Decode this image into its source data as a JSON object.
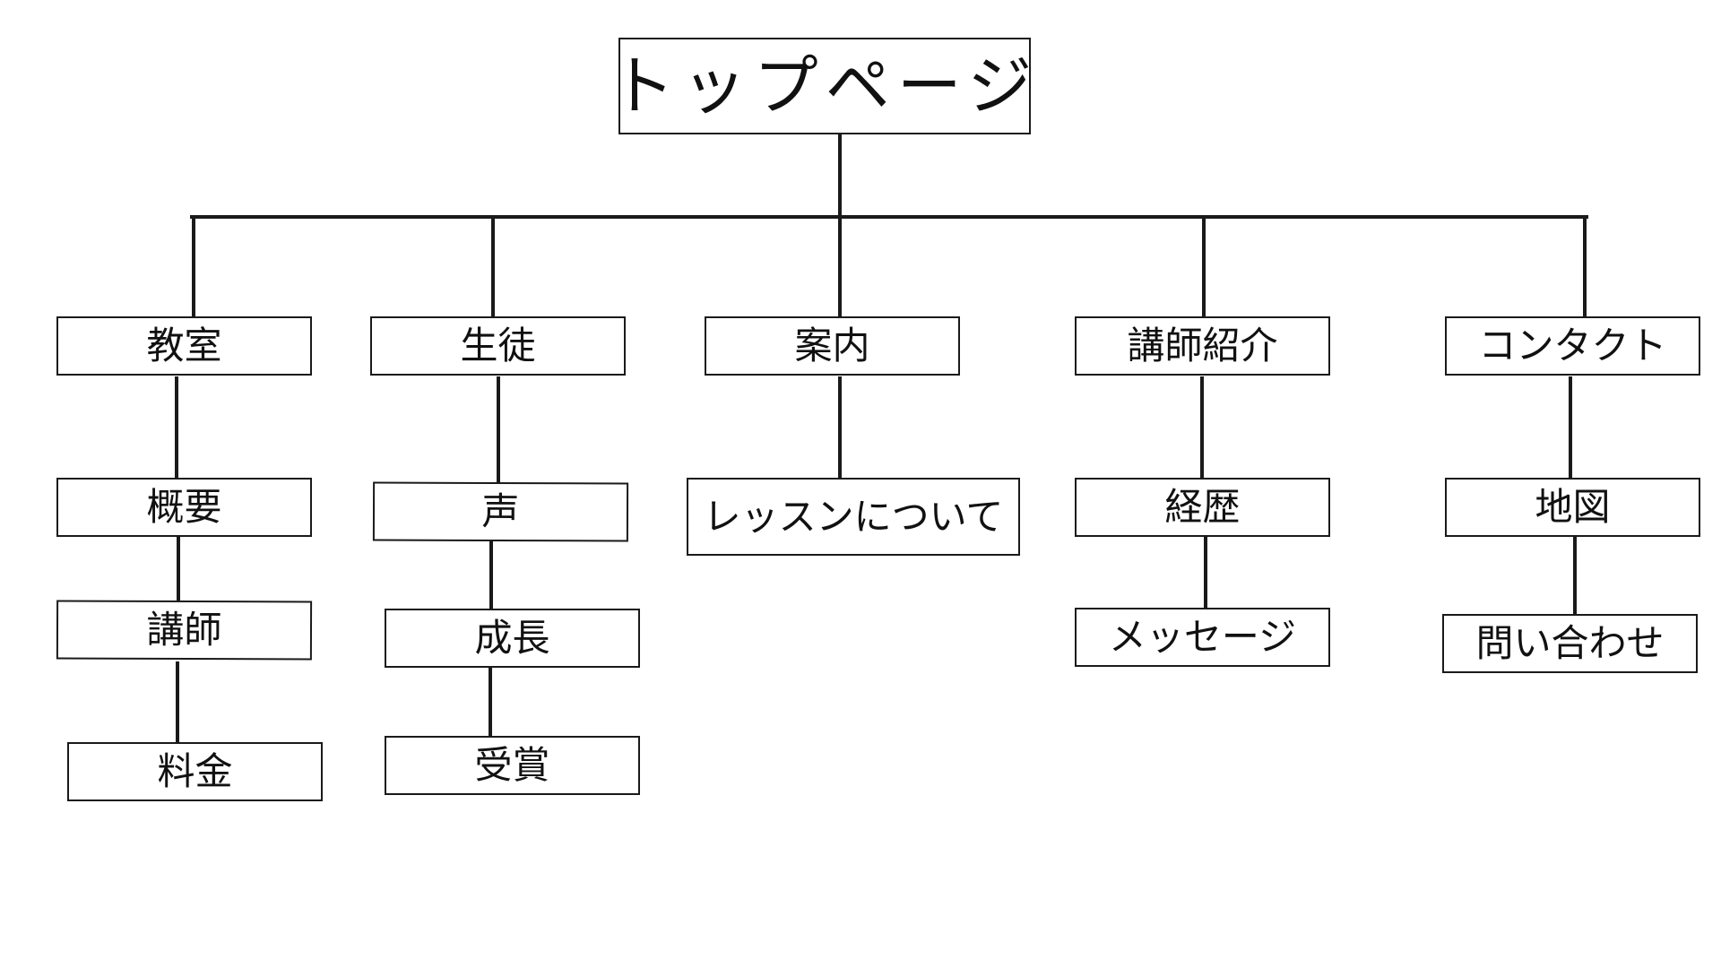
{
  "diagram": {
    "root": {
      "label": "トップページ"
    },
    "sections": [
      {
        "label": "教室",
        "children": [
          "概要",
          "講師",
          "料金"
        ]
      },
      {
        "label": "生徒",
        "children": [
          "声",
          "成長",
          "受賞"
        ]
      },
      {
        "label": "案内",
        "children": [
          "レッスンについて"
        ]
      },
      {
        "label": "講師紹介",
        "children": [
          "経歴",
          "メッセージ"
        ]
      },
      {
        "label": "コンタクト",
        "children": [
          "地図",
          "問い合わせ"
        ]
      }
    ]
  },
  "colors": {
    "stroke": "#1a1a1a",
    "text": "#111111",
    "background": "#ffffff"
  }
}
